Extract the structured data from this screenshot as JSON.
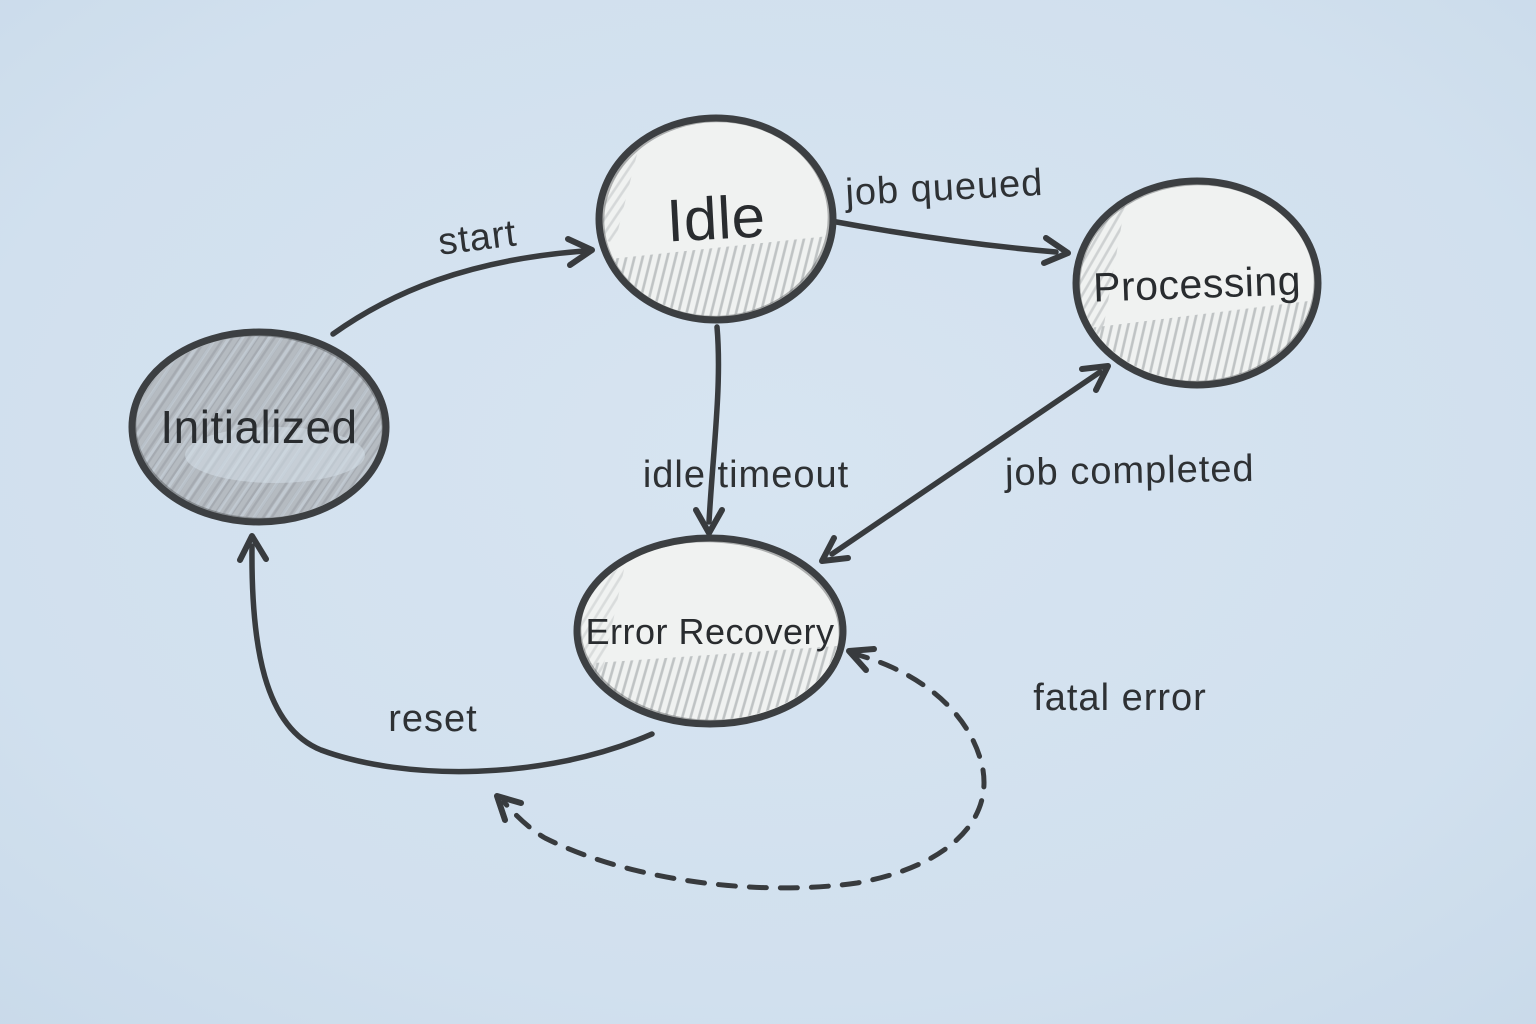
{
  "diagram": {
    "type": "state-machine-sketch",
    "background_color": "#d2e1ef",
    "ink_color": "#383b3e",
    "node_fill_light": "#f0f2f1",
    "node_fill_shaded": "#b5bbc1",
    "nodes": [
      {
        "id": "initialized",
        "label": "Initialized",
        "fill": "shaded"
      },
      {
        "id": "idle",
        "label": "Idle",
        "fill": "light"
      },
      {
        "id": "processing",
        "label": "Processing",
        "fill": "light"
      },
      {
        "id": "error-recovery",
        "label": "Error Recovery",
        "fill": "light"
      }
    ],
    "edges": [
      {
        "id": "start",
        "label": "start",
        "from": "initialized",
        "to": "idle",
        "style": "solid",
        "bidirectional": false
      },
      {
        "id": "job-queued",
        "label": "job queued",
        "from": "idle",
        "to": "processing",
        "style": "solid",
        "bidirectional": false
      },
      {
        "id": "idle-timeout",
        "label": "idle timeout",
        "from": "idle",
        "to": "error-recovery",
        "style": "solid",
        "bidirectional": false
      },
      {
        "id": "job-completed",
        "label": "job completed",
        "from": "error-recovery",
        "to": "processing",
        "style": "solid",
        "bidirectional": true
      },
      {
        "id": "reset",
        "label": "reset",
        "from": "error-recovery",
        "to": "initialized",
        "style": "solid",
        "bidirectional": false
      },
      {
        "id": "fatal-error",
        "label": "fatal error",
        "from": "error-recovery",
        "to": "error-recovery",
        "style": "dashed",
        "bidirectional": true
      }
    ]
  }
}
